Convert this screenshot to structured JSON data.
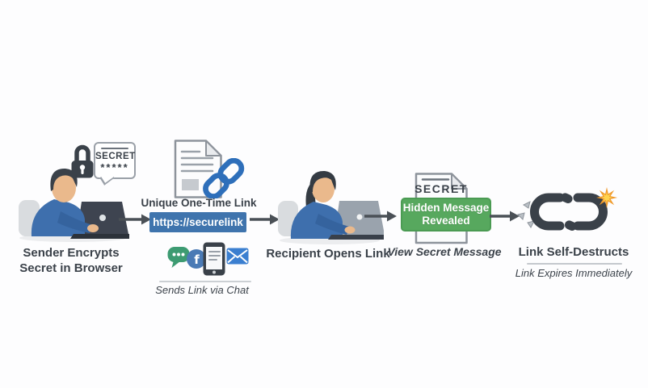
{
  "stage1": {
    "bubble_label": "SECRET",
    "bubble_stars": "*****",
    "caption_line1": "Sender Encrypts",
    "caption_line2": "Secret in Browser"
  },
  "stage2": {
    "title": "Unique One-Time Link",
    "url": "https://securelink",
    "subcaption": "Sends Link via Chat"
  },
  "stage3": {
    "caption": "Recipient Opens Link"
  },
  "stage4": {
    "doc_label": "SECRET",
    "banner_line1": "Hidden Message",
    "banner_line2": "Revealed",
    "caption": "View Secret Message"
  },
  "stage5": {
    "caption": "Link Self-Destructs",
    "subcaption": "Link Expires Immediately"
  },
  "icons": {
    "lock": "padlock",
    "speech_bubble": "secret speech bubble",
    "document": "document with folded corner",
    "chain_link": "blue chain link",
    "chat_bubble": "green chat bubble with dots",
    "facebook": "facebook circle",
    "smartphone": "smartphone",
    "envelope": "blue envelope",
    "arrow": "right arrow",
    "broken_chain": "broken chain with debris",
    "spark": "orange spark burst"
  },
  "colors": {
    "ink": "#3a4149",
    "accent_blue": "#3f74ad",
    "link_blue": "#2e6fba",
    "success_green": "#57a85e",
    "chat_green": "#3d9b72",
    "envelope_blue": "#3b7fd0",
    "spark_orange": "#f09a2b",
    "spark_yellow": "#ffd34e"
  }
}
